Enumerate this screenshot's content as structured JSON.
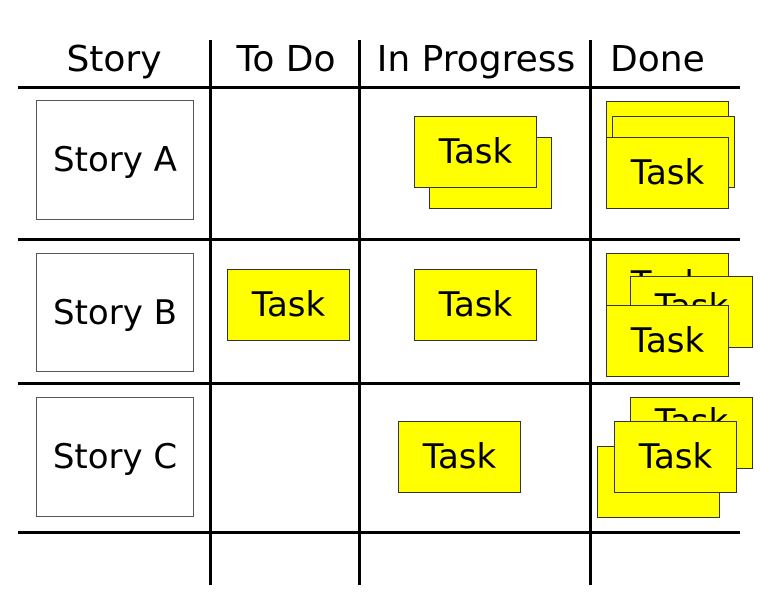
{
  "board": {
    "columns": [
      {
        "key": "story",
        "label": "Story"
      },
      {
        "key": "todo",
        "label": "To Do"
      },
      {
        "key": "in_progress",
        "label": "In Progress"
      },
      {
        "key": "done",
        "label": "Done"
      }
    ],
    "stories": [
      {
        "label": "Story A"
      },
      {
        "label": "Story B"
      },
      {
        "label": "Story C"
      }
    ],
    "task_label": "Task",
    "colors": {
      "note": "#ffff00",
      "line": "#000000",
      "card_border": "#555555"
    }
  }
}
